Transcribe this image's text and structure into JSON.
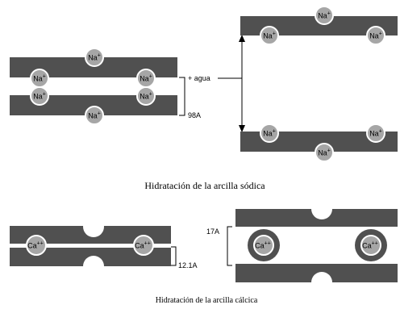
{
  "captions": {
    "sodium": "Hidratación de la arcilla sódica",
    "calcium": "Hidratación de la arcilla cálcica"
  },
  "labels": {
    "water": "+ agua",
    "sodium_spacing": "98A",
    "calcium_spacing_dry": "12.1A",
    "calcium_spacing_wet": "17A"
  },
  "ions": {
    "sodium": "Na",
    "sodium_charge": "+",
    "calcium": "Ca",
    "calcium_charge": "++"
  },
  "colors": {
    "layer": "#505050",
    "ion_fill": "#a6a6a6",
    "ion_stroke": "#ffffff",
    "line": "#000000"
  }
}
